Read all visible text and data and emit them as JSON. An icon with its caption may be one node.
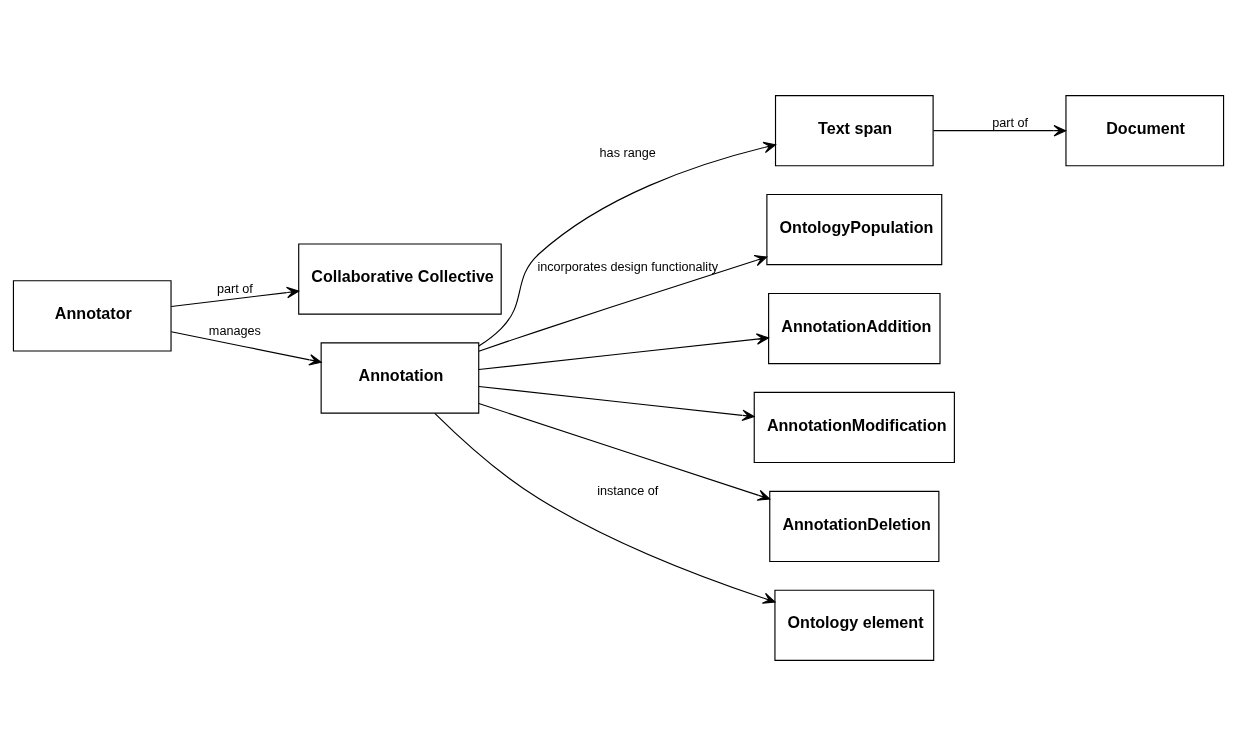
{
  "diagram": {
    "nodes": [
      {
        "text": [
          "Document"
        ]
      },
      {
        "text": [
          "Annotator"
        ]
      },
      {
        "text": [
          "Collaborative Collective"
        ]
      },
      {
        "text": [
          "Text span"
        ]
      },
      {
        "text": [
          "Annotation"
        ]
      },
      {
        "text": [
          "OntologyPopulation"
        ]
      },
      {
        "text": [
          "AnnotationAddition"
        ]
      },
      {
        "text": [
          "AnnotationModification"
        ]
      },
      {
        "text": [
          "AnnotationDeletion"
        ]
      },
      {
        "text": [
          "Ontology element"
        ]
      }
    ],
    "edges": [
      {
        "from": 1,
        "to": 2,
        "arrow": "to",
        "label": "part of"
      },
      {
        "from": 3,
        "to": 0,
        "arrow": "to",
        "label": "part of"
      },
      {
        "from": 1,
        "to": 4,
        "arrow": "to",
        "label": "manages"
      },
      {
        "from": 4,
        "to": 3,
        "arrow": "to",
        "label": "has range"
      },
      {
        "from": 4,
        "to": 5,
        "arrow": "to",
        "label": "incorporates design functionality"
      },
      {
        "from": 4,
        "to": 6,
        "arrow": "to"
      },
      {
        "from": 4,
        "to": 7,
        "arrow": "to"
      },
      {
        "from": 4,
        "to": 8,
        "arrow": "to"
      },
      {
        "from": 4,
        "to": 9,
        "arrow": "to",
        "label": "instance of"
      }
    ]
  }
}
